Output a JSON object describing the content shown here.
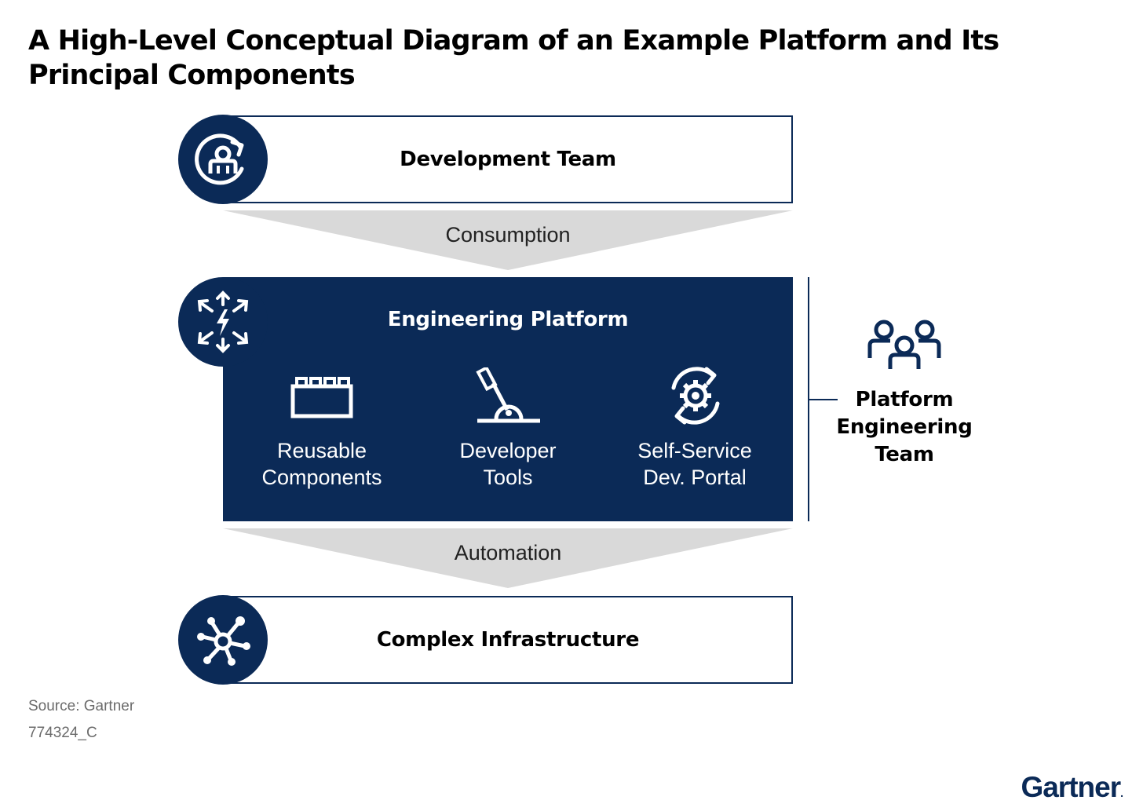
{
  "title": "A High-Level Conceptual Diagram of an Example Platform and Its Principal Components",
  "layers": {
    "development_team": {
      "label": "Development Team",
      "icon": "user-cycle-icon"
    },
    "consumption": {
      "label": "Consumption"
    },
    "engineering_platform": {
      "label": "Engineering Platform",
      "icon": "lightning-arrows-icon",
      "components": [
        {
          "line1": "Reusable",
          "line2": "Components",
          "icon": "building-block-icon"
        },
        {
          "line1": "Developer",
          "line2": "Tools",
          "icon": "lever-icon"
        },
        {
          "line1": "Self-Service",
          "line2": "Dev. Portal",
          "icon": "gear-cycle-icon"
        }
      ]
    },
    "automation": {
      "label": "Automation"
    },
    "complex_infrastructure": {
      "label": "Complex Infrastructure",
      "icon": "network-hub-icon"
    }
  },
  "platform_engineering_team": {
    "line1": "Platform",
    "line2": "Engineering",
    "line3": "Team",
    "icon": "group-people-icon"
  },
  "footer": {
    "source": "Source: Gartner",
    "id": "774324_C"
  },
  "logo": {
    "text": "Gartner"
  },
  "colors": {
    "navy": "#0b2a57",
    "funnel_gray": "#d9d9d9",
    "footnote_gray": "#6b6b6b"
  }
}
